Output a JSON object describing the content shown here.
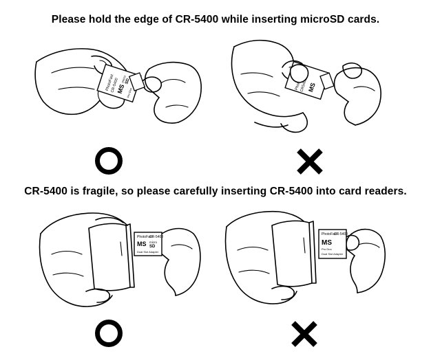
{
  "instructions": {
    "top_heading": "Please hold the edge of CR-5400 while inserting microSD cards.",
    "bottom_heading": "CR-5400 is fragile, so please carefully inserting CR-5400 into card readers."
  },
  "adapter_label": {
    "brand_a": "PhotoFast",
    "model_a": "CR-5400",
    "brand_b": "PhotoFast",
    "model_b": "CR5400",
    "ms": "MS",
    "sd_top": "micro",
    "sd_bottom": "SD",
    "line_a": "Pro Duo",
    "line_b": "Dual Slot Adapter"
  },
  "panels": [
    {
      "id": "insert-correct",
      "verdict": "correct",
      "symbol": "circle-mark"
    },
    {
      "id": "insert-wrong",
      "verdict": "wrong",
      "symbol": "cross-mark"
    },
    {
      "id": "reader-correct",
      "verdict": "correct",
      "symbol": "circle-mark"
    },
    {
      "id": "reader-wrong",
      "verdict": "wrong",
      "symbol": "cross-mark"
    }
  ]
}
